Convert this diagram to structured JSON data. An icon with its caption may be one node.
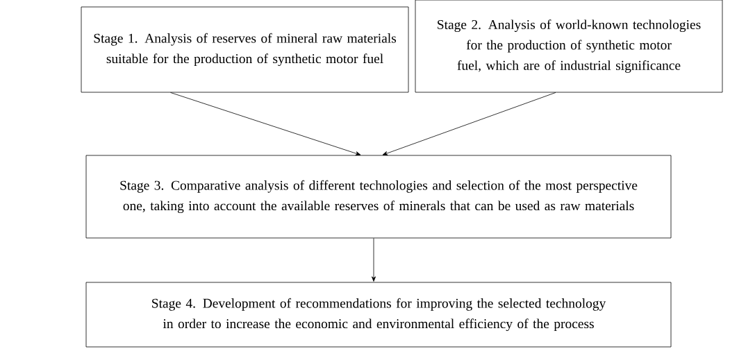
{
  "diagram": {
    "nodes": [
      {
        "text": [
          "Stage 1. Analysis of reserves of mineral raw materials suitable for the production of synthetic motor fuel"
        ]
      },
      {
        "text": [
          "Stage 2. Analysis of world-known technologies for the production of synthetic motor fuel, which are of industrial significance"
        ]
      },
      {
        "text": [
          "Stage 3. Comparative analysis of different technologies and selection of the most perspective one, taking into account the available reserves of minerals that can be used as raw materials"
        ]
      },
      {
        "text": [
          "Stage 4. Development of recommendations for improving the selected technology in order to increase the economic and environmental efficiency of the process"
        ]
      }
    ],
    "edges": [
      {
        "from": 0,
        "to": 2,
        "arrow": "to"
      },
      {
        "from": 1,
        "to": 2,
        "arrow": "to"
      },
      {
        "from": 2,
        "to": 3,
        "arrow": "to"
      }
    ]
  }
}
